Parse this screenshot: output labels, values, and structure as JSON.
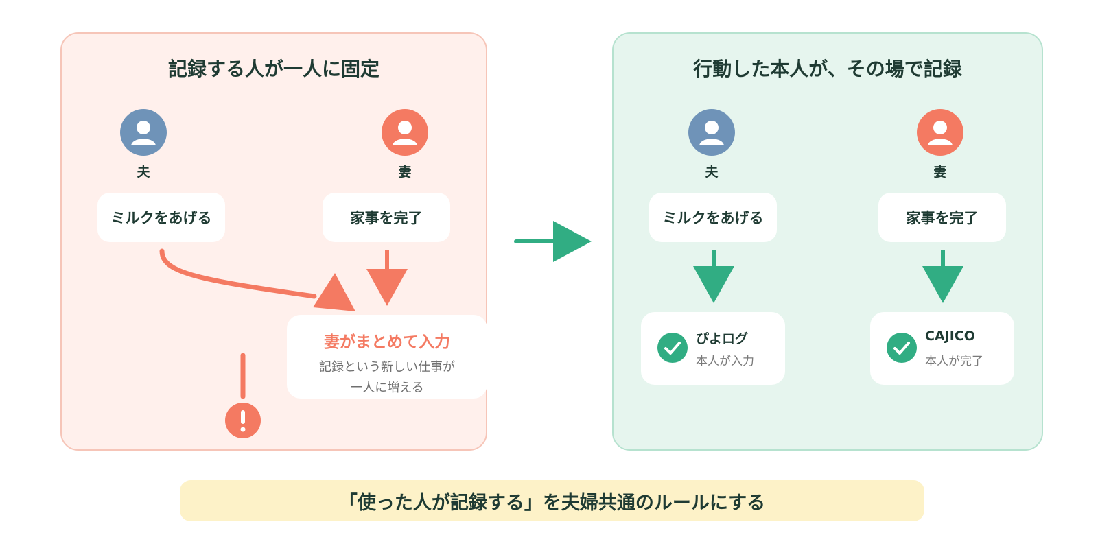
{
  "before": {
    "title": "記録する人が一人に固定",
    "husband_label": "夫",
    "wife_label": "妻",
    "husband_task": "ミルクをあげる",
    "wife_task": "家事を完了",
    "merge_title": "妻がまとめて入力",
    "merge_desc_line1": "記録という新しい仕事が",
    "merge_desc_line2": "一人に増える",
    "warning_icon": "exclamation-icon"
  },
  "after": {
    "title": "行動した本人が、その場で記録",
    "husband_label": "夫",
    "wife_label": "妻",
    "husband_task": "ミルクをあげる",
    "wife_task": "家事を完了",
    "husband_app": "ぴよログ",
    "husband_app_sub": "本人が入力",
    "wife_app": "CAJICO",
    "wife_app_sub": "本人が完了"
  },
  "banner": "「使った人が記録する」を夫婦共通のルールにする",
  "colors": {
    "husband": "#6f93b8",
    "wife": "#f47a62",
    "accent_green": "#31ad83",
    "before_bg": "#fff0ec",
    "after_bg": "#e6f5ee",
    "banner_bg": "#fdf2c8"
  }
}
